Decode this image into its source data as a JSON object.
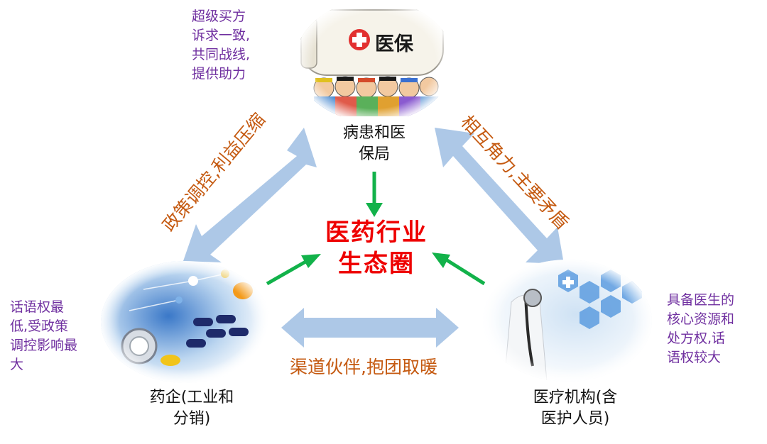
{
  "notes": {
    "top_left": "超级买方\n诉求一致,\n共同战线,\n提供助力",
    "left": "话语权最\n低,受政策\n调控影响最\n大",
    "right": "具备医生的\n核心资源和\n处方权,话\n语权较大"
  },
  "nodes": {
    "top": "病患和医\n保局",
    "bottom_left": "药企(工业和\n分销)",
    "bottom_right": "医疗机构(含\n医护人员)"
  },
  "center": "医药行业\n生态圈",
  "edges": {
    "left": "政策调控,利益压缩",
    "right": "相互角力,主要矛盾",
    "bottom": "渠道伙伴,抱团取暖"
  },
  "insurance_sign": "医保",
  "icons": {
    "top": "insurance-crowd-illustration",
    "bottom_left": "pharma-pills-illustration",
    "bottom_right": "doctor-stethoscope-illustration"
  },
  "colors": {
    "double_arrow": "#a4c2e4",
    "green_arrow": "#12b24a",
    "center_text": "#ee0000",
    "edge_text": "#c55a11",
    "note_text": "#7030a0"
  }
}
